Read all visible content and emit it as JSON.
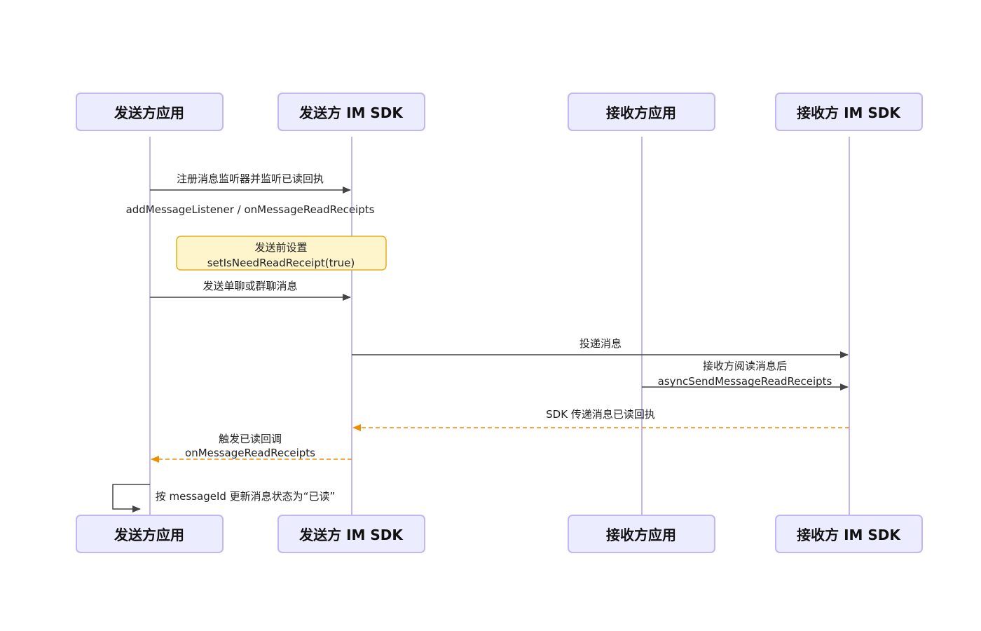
{
  "colors": {
    "actor_fill": "#ECECFF",
    "actor_stroke": "#C3B6F2",
    "lifeline": "#C3B6F2",
    "arrow": "#444444",
    "reply_arrow": "#F08C00",
    "note_fill": "#FFF5CC",
    "note_stroke": "#E6AE1A"
  },
  "actors": [
    {
      "id": "sender_app",
      "label": "发送方应用"
    },
    {
      "id": "sender_sdk",
      "label": "发送方 IM SDK"
    },
    {
      "id": "receiver_app",
      "label": "接收方应用"
    },
    {
      "id": "receiver_sdk",
      "label": "接收方 IM SDK"
    }
  ],
  "messages": [
    {
      "from": "sender_app",
      "to": "sender_sdk",
      "style": "solid",
      "lines": [
        "注册消息监听器并监听已读回执"
      ]
    },
    {
      "from": "sender_app",
      "to": "sender_sdk",
      "style": "text",
      "lines": [
        "addMessageListener / onMessageReadReceipts"
      ]
    },
    {
      "from": "sender_app",
      "to": "sender_sdk",
      "style": "note",
      "lines": [
        "发送前设置",
        "setIsNeedReadReceipt(true)"
      ]
    },
    {
      "from": "sender_app",
      "to": "sender_sdk",
      "style": "solid",
      "lines": [
        "发送单聊或群聊消息"
      ]
    },
    {
      "from": "sender_sdk",
      "to": "receiver_sdk",
      "style": "solid",
      "lines": [
        "投递消息"
      ]
    },
    {
      "from": "receiver_app",
      "to": "receiver_sdk",
      "style": "solid",
      "lines": [
        "接收方阅读消息后",
        "asyncSendMessageReadReceipts"
      ]
    },
    {
      "from": "receiver_sdk",
      "to": "sender_sdk",
      "style": "dashed",
      "lines": [
        "SDK 传递消息已读回执"
      ]
    },
    {
      "from": "sender_sdk",
      "to": "sender_app",
      "style": "dashed",
      "lines": [
        "触发已读回调",
        "onMessageReadReceipts"
      ]
    },
    {
      "from": "sender_app",
      "to": "sender_app",
      "style": "self",
      "lines": [
        "按 messageId 更新消息状态为“已读”"
      ]
    }
  ]
}
